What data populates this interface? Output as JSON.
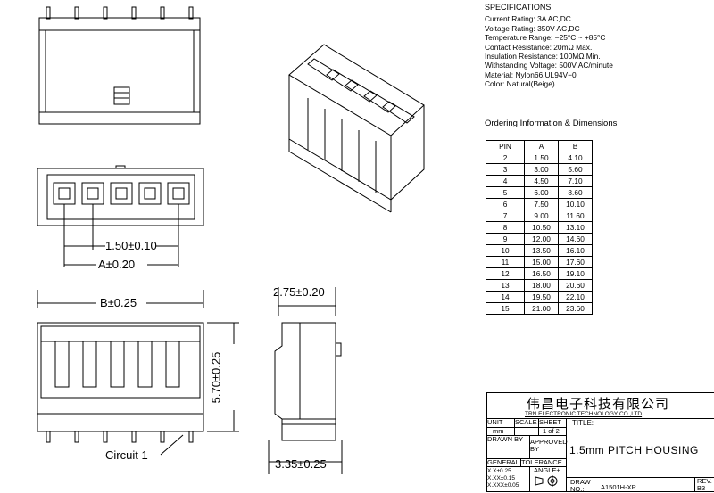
{
  "dims": {
    "pitch": "1.50±0.10",
    "a": "A±0.20",
    "b": "B±0.25",
    "depth": "2.75±0.20",
    "height": "5.70±0.25",
    "base": "3.35±0.25",
    "circuit": "Circuit 1"
  },
  "specifications": {
    "heading": "SPECIFICATIONS",
    "lines": [
      "Current Rating: 3A AC,DC",
      "Voltage Rating: 350V AC,DC",
      "Temperature Range: −25°C ~ +85°C",
      "Contact Resistance: 20mΩ Max.",
      "Insulation Resistance: 100MΩ Min.",
      "Withstanding Voltage: 500V AC/minute",
      "Material: Nylon66,UL94V−0",
      "Color: Natural(Beige)"
    ]
  },
  "ordering": {
    "heading": "Ordering Information & Dimensions",
    "columns": [
      "PIN",
      "A",
      "B"
    ],
    "rows": [
      [
        "2",
        "1.50",
        "4.10"
      ],
      [
        "3",
        "3.00",
        "5.60"
      ],
      [
        "4",
        "4.50",
        "7.10"
      ],
      [
        "5",
        "6.00",
        "8.60"
      ],
      [
        "6",
        "7.50",
        "10.10"
      ],
      [
        "7",
        "9.00",
        "11.60"
      ],
      [
        "8",
        "10.50",
        "13.10"
      ],
      [
        "9",
        "12.00",
        "14.60"
      ],
      [
        "10",
        "13.50",
        "16.10"
      ],
      [
        "11",
        "15.00",
        "17.60"
      ],
      [
        "12",
        "16.50",
        "19.10"
      ],
      [
        "13",
        "18.00",
        "20.60"
      ],
      [
        "14",
        "19.50",
        "22.10"
      ],
      [
        "15",
        "21.00",
        "23.60"
      ]
    ]
  },
  "title_block": {
    "company_cn": "伟昌电子科技有限公司",
    "company_en": "TRN ELECTRONIC TECHNOLOGY CO.,LTD",
    "unit_label": "UNIT",
    "unit_value": "mm",
    "scale_label": "SCALE",
    "sheet_label": "SHEET",
    "sheet_value": "1 of 2",
    "title_label": "TITLE:",
    "title_value": "1.5mm PITCH HOUSING",
    "drawn_by": "DRAWN BY",
    "approved_by": "APPROVED BY",
    "general": "GENERAL",
    "tolerance": "TOLERANCE",
    "tol_1": "X.X±0.25",
    "tol_2": "X.XX±0.15",
    "tol_3": "X.XXX±0.05",
    "angle": "ANGLE±",
    "draw_no_label": "DRAW NO.:",
    "draw_no": "A1501H-XP",
    "rev_label": "REV.",
    "rev_value": "B3"
  }
}
